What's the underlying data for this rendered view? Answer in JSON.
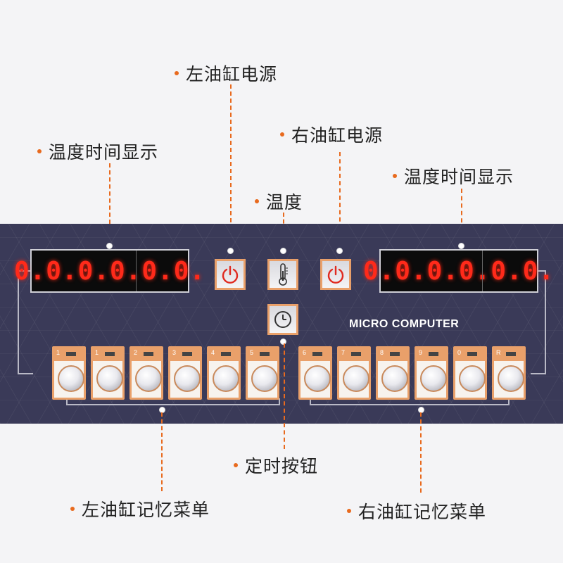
{
  "callouts": {
    "left_power": "左油缸电源",
    "right_power": "右油缸电源",
    "temperature": "温度",
    "left_display": "温度时间显示",
    "right_display": "温度时间显示",
    "timer": "定时按钮",
    "left_memory": "左油缸记忆菜单",
    "right_memory": "右油缸记忆菜单"
  },
  "panel": {
    "brand": "MICRO COMPUTER",
    "left_display": "0.0.0.0.0.0.",
    "right_display": "0.0.0.0.0.0.",
    "memory_keys": [
      "1",
      "1",
      "2",
      "3",
      "4",
      "5",
      "6",
      "7",
      "8",
      "9",
      "0",
      "R"
    ]
  },
  "colors": {
    "accent": "#e86a1e",
    "led_red": "#ff2a1a",
    "panel_bg": "#3a3a58",
    "button_frame": "#e9a06a"
  },
  "icons": {
    "left_power": "power-icon",
    "right_power": "power-icon",
    "temperature": "thermometer-icon",
    "timer": "clock-icon"
  }
}
